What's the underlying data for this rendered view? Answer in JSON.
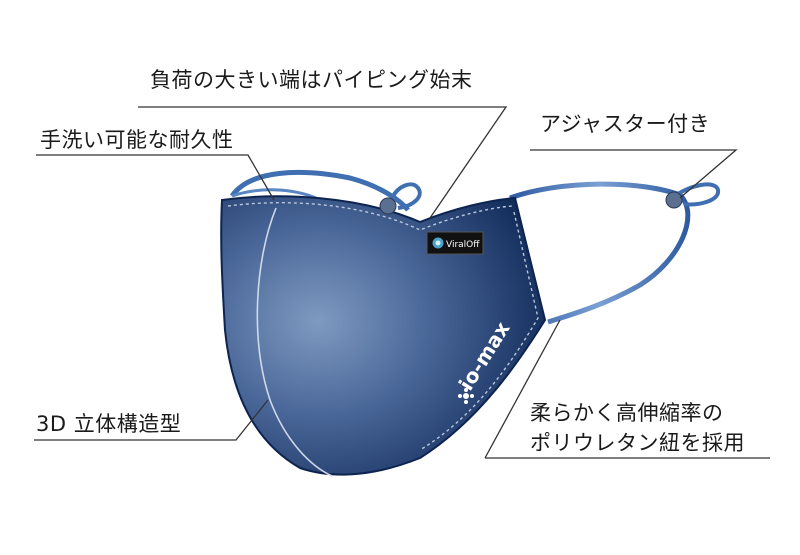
{
  "callouts": {
    "piping": "負荷の大きい端はパイピング始末",
    "washable": "手洗い可能な耐久性",
    "adjuster": "アジャスター付き",
    "structure_3d": "3D 立体構造型",
    "elastic_line1": "柔らかく高伸縮率の",
    "elastic_line2": "ポリウレタン紐を採用"
  },
  "mask": {
    "tag_label": "ViralOff",
    "brand_logo": "io-max",
    "color": "#2a4576"
  },
  "colors": {
    "mask_dark": "#0e2450",
    "mask_light": "#7f9ac0",
    "strap": "#3f6fb0",
    "line": "#333333"
  }
}
